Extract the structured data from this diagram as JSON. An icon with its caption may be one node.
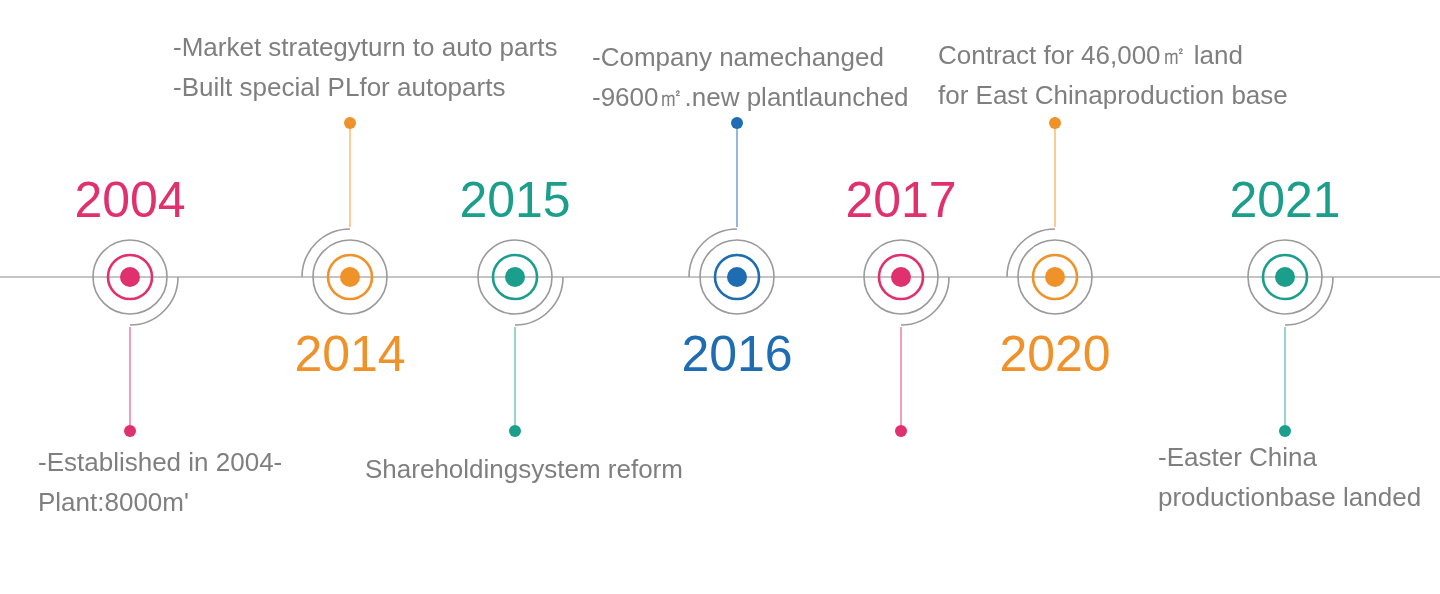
{
  "diagram": {
    "nodes": [
      {
        "text": [
          "2004"
        ]
      },
      {
        "text": [
          "-Established in 2004- Plant:8000m'"
        ]
      },
      {
        "text": [
          "2014"
        ]
      },
      {
        "text": [
          "-Market strategyturn to auto parts",
          "-Built special PLfor autoparts"
        ]
      },
      {
        "text": [
          "2015"
        ]
      },
      {
        "text": [
          "Shareholdingsystem reform"
        ]
      },
      {
        "text": [
          "2016"
        ]
      },
      {
        "text": [
          "-Company namechanged",
          "-9600㎡.new plantlaunched"
        ]
      },
      {
        "text": [
          "2017"
        ]
      },
      {
        "text": [
          "2020"
        ]
      },
      {
        "text": [
          "Contract for 46,000㎡ land for East Chinaproduction base"
        ]
      },
      {
        "text": [
          "2021"
        ]
      },
      {
        "text": [
          "-Easter China productionbase landed"
        ]
      }
    ],
    "edges": [
      {
        "from": 1,
        "to": 0,
        "arrow": "other",
        "color": "#f284ab"
      },
      {
        "from": 3,
        "to": 2,
        "arrow": "other",
        "color": "#f9c07a"
      },
      {
        "from": 5,
        "to": 4,
        "arrow": "other",
        "color": "#7ccbbf"
      },
      {
        "from": 7,
        "to": 6,
        "arrow": "other",
        "color": "#7aa6d5"
      },
      {
        "from": null,
        "to": 8,
        "arrow": "other",
        "color": "#f284ab"
      },
      {
        "from": 10,
        "to": 9,
        "arrow": "other",
        "color": "#f9c07a"
      },
      {
        "from": 12,
        "to": 11,
        "arrow": "other",
        "color": "#7ccbbf"
      }
    ]
  }
}
